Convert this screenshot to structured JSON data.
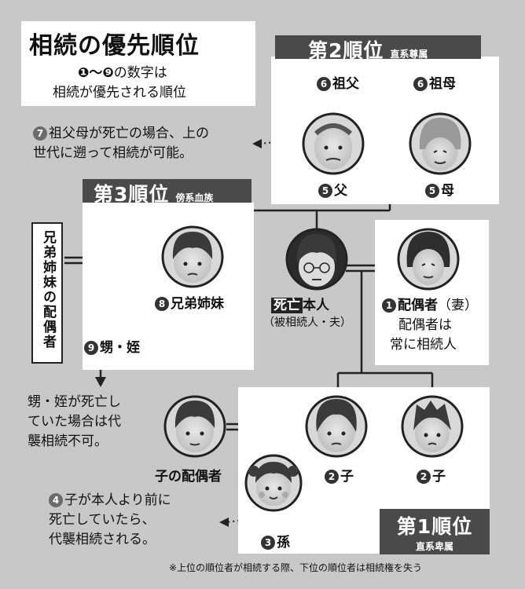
{
  "title": "相続の優先順位",
  "intro": {
    "num": "❶〜❾",
    "line1": "の数字は",
    "line2": "相続が優先される順位"
  },
  "rank2": {
    "label": "第2順位",
    "sub": "直系尊属"
  },
  "rank3": {
    "label": "第3順位",
    "sub": "傍系血族"
  },
  "rank1": {
    "label": "第1順位",
    "sub": "直系卑属"
  },
  "grandfather": {
    "num": "6",
    "label": "祖父"
  },
  "grandmother": {
    "num": "6",
    "label": "祖母"
  },
  "father": {
    "num": "5",
    "label": "父"
  },
  "mother": {
    "num": "5",
    "label": "母"
  },
  "siblings": {
    "num": "8",
    "label": "兄弟姉妹"
  },
  "self": {
    "tag": "死亡",
    "label": "本人",
    "sub": "（被相続人・夫）"
  },
  "spouse": {
    "num": "1",
    "label": "配偶者",
    "paren": "（妻）",
    "note1": "配偶者は",
    "note2": "常に相続人"
  },
  "nephew": {
    "num": "9",
    "label": "甥・姪"
  },
  "sibling_spouse": "兄弟姉妹の配偶者",
  "note7": {
    "num": "7",
    "line1": "祖父母が死亡の場合、上の",
    "line2": "世代に遡って相続が可能。"
  },
  "note_nephew": {
    "line1": "甥・姪が死亡し",
    "line2": "ていた場合は代",
    "line3": "襲相続不可。"
  },
  "child_spouse": "子の配偶者",
  "child1": {
    "num": "2",
    "label": "子"
  },
  "child2": {
    "num": "2",
    "label": "子"
  },
  "grandchild": {
    "num": "3",
    "label": "孫"
  },
  "note4": {
    "num": "4",
    "line1": "子が本人より前に",
    "line2": "死亡していたら、",
    "line3": "代襲相続される。"
  },
  "footnote": "※上位の順位者が相続する際、下位の順位者は相続権を失う",
  "colors": {
    "banner": "#4a4a4a",
    "panel": "#ffffff",
    "background": "#c8c8c8",
    "line": "#222222"
  }
}
